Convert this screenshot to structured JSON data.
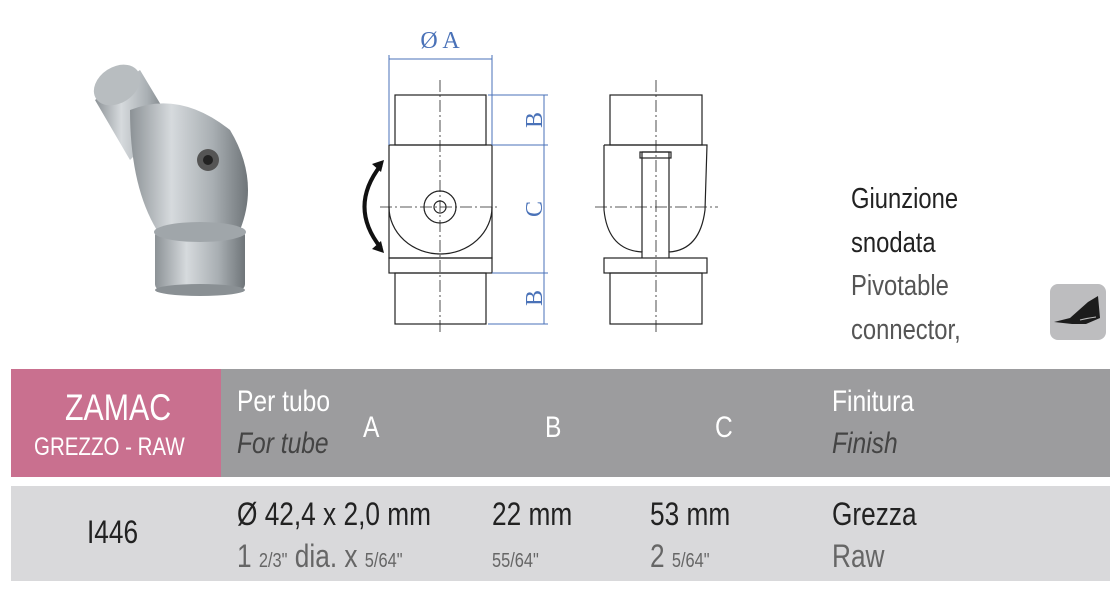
{
  "drawing": {
    "diameter_label": "Ø A",
    "b_label": "B",
    "c_label": "C",
    "line_color": "#222222",
    "dim_color": "#4a72b8"
  },
  "product": {
    "name_it_1": "Giunzione",
    "name_it_2": "snodata",
    "name_en_1": "Pivotable",
    "name_en_2": "connector,"
  },
  "icon": "glue-tube-icon",
  "table": {
    "material": "ZAMAC",
    "material_sub": "GREZZO - RAW",
    "pink": "#c9708f",
    "header": {
      "tube_it": "Per tubo",
      "tube_en": "For tube",
      "a": "A",
      "b": "B",
      "c": "C",
      "finish_it": "Finitura",
      "finish_en": "Finish"
    },
    "row": {
      "code": "I446",
      "a_mm": "Ø 42,4 x 2,0 mm",
      "a_in_1": "1",
      "a_in_2": "2/3\"",
      "a_in_3": "dia. x",
      "a_in_4": "5/64\"",
      "b_mm": "22 mm",
      "b_in": "55/64\"",
      "c_mm": "53 mm",
      "c_in_1": "2",
      "c_in_2": "5/64\"",
      "finish_it": "Grezza",
      "finish_en": "Raw"
    }
  }
}
